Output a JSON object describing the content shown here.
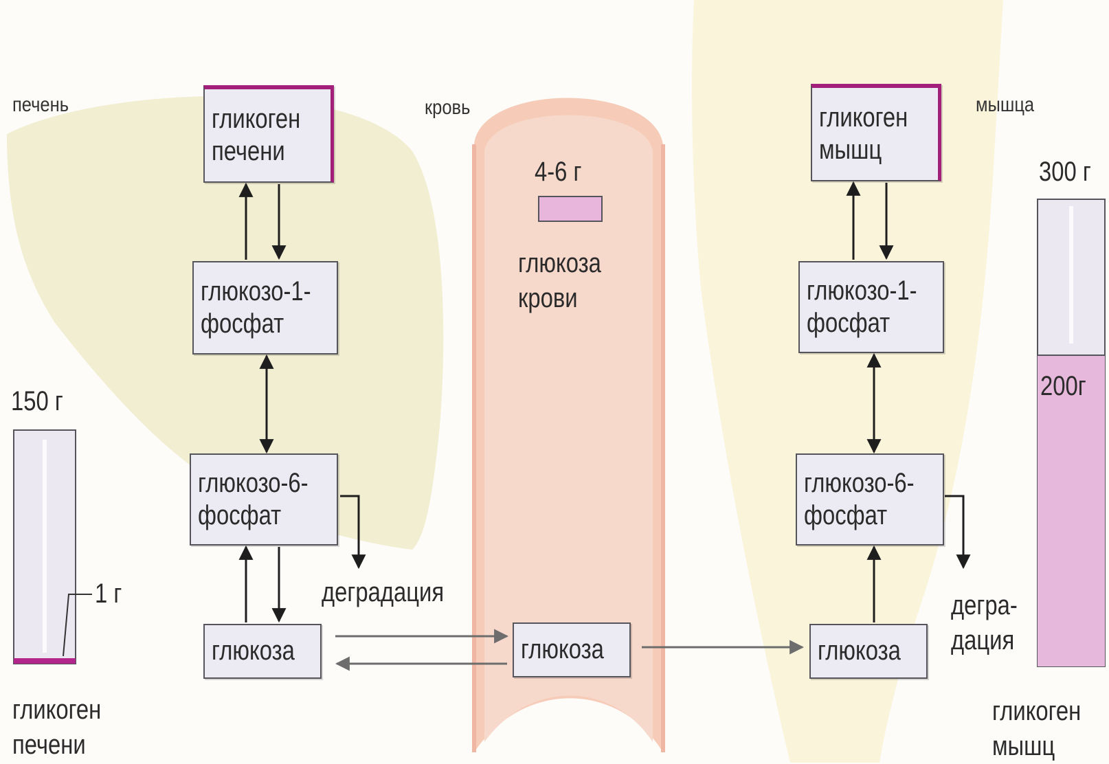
{
  "regions": {
    "liver": "печень",
    "blood": "кровь",
    "muscle": "мышца"
  },
  "liver_column": {
    "glycogen": "гликоген\nпечени",
    "g1p": "глюкозо-1-\nфосфат",
    "g6p": "глюкозо-6-\nфосфат",
    "glucose": "глюкоза",
    "degradation": "деградация"
  },
  "blood_column": {
    "amount": "4-6 г",
    "label": "глюкоза\nкрови",
    "glucose": "глюкоза"
  },
  "muscle_column": {
    "glycogen": "гликоген\nмышц",
    "g1p": "глюкозо-1-\nфосфат",
    "g6p": "глюкозо-6-\nфосфат",
    "glucose": "глюкоза",
    "degradation": "дегра-\nдация"
  },
  "liver_gauge": {
    "total": "150 г",
    "marker": "1 г",
    "caption": "гликоген\nпечени",
    "fill_fraction": 0.0067
  },
  "muscle_gauge": {
    "total": "300 г",
    "level": "200г",
    "caption": "гликоген\nмышц",
    "fill_fraction": 0.667
  },
  "colors": {
    "liver": "#f2eed2",
    "blood_vessel": "#f7c6b2",
    "blood_inner": "#f6d3c2",
    "muscle": "#f9f4da",
    "glycogen_accent": "#a2207a",
    "box_fill": "#ecebf4",
    "gauge_fill_muscle": "#e6b8dc"
  }
}
